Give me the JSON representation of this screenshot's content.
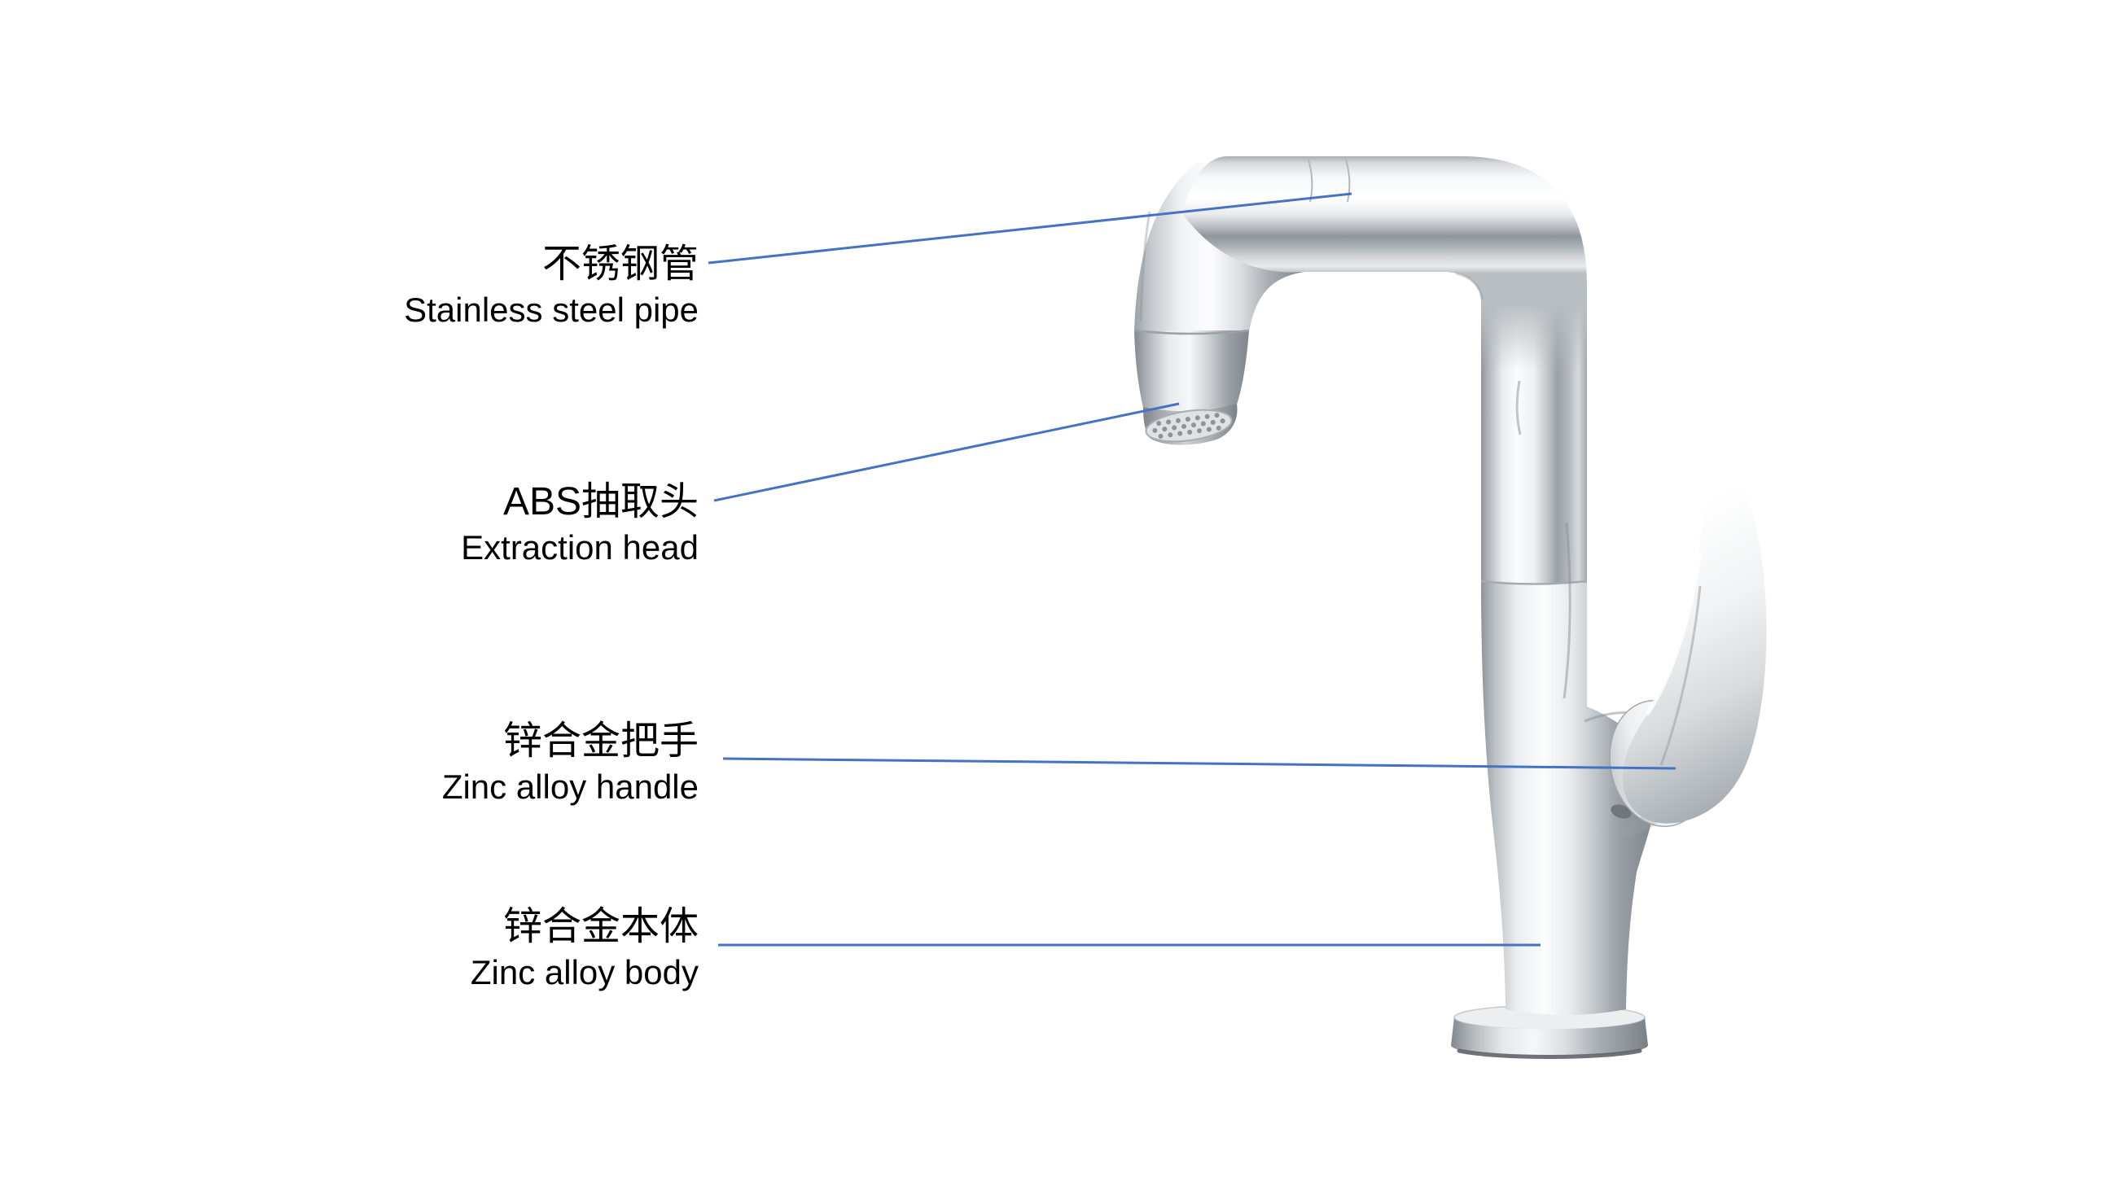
{
  "colors": {
    "background": "#ffffff",
    "leader_line": "#4472c4",
    "text": "#000000"
  },
  "labels": [
    {
      "id": "stainless-steel-pipe",
      "zh": "不锈钢管",
      "en": "Stainless steel pipe"
    },
    {
      "id": "extraction-head",
      "zh": "ABS抽取头",
      "en": "Extraction head"
    },
    {
      "id": "zinc-alloy-handle",
      "zh": "锌合金把手",
      "en": "Zinc alloy handle"
    },
    {
      "id": "zinc-alloy-body",
      "zh": "锌合金本体",
      "en": "Zinc alloy body"
    }
  ]
}
